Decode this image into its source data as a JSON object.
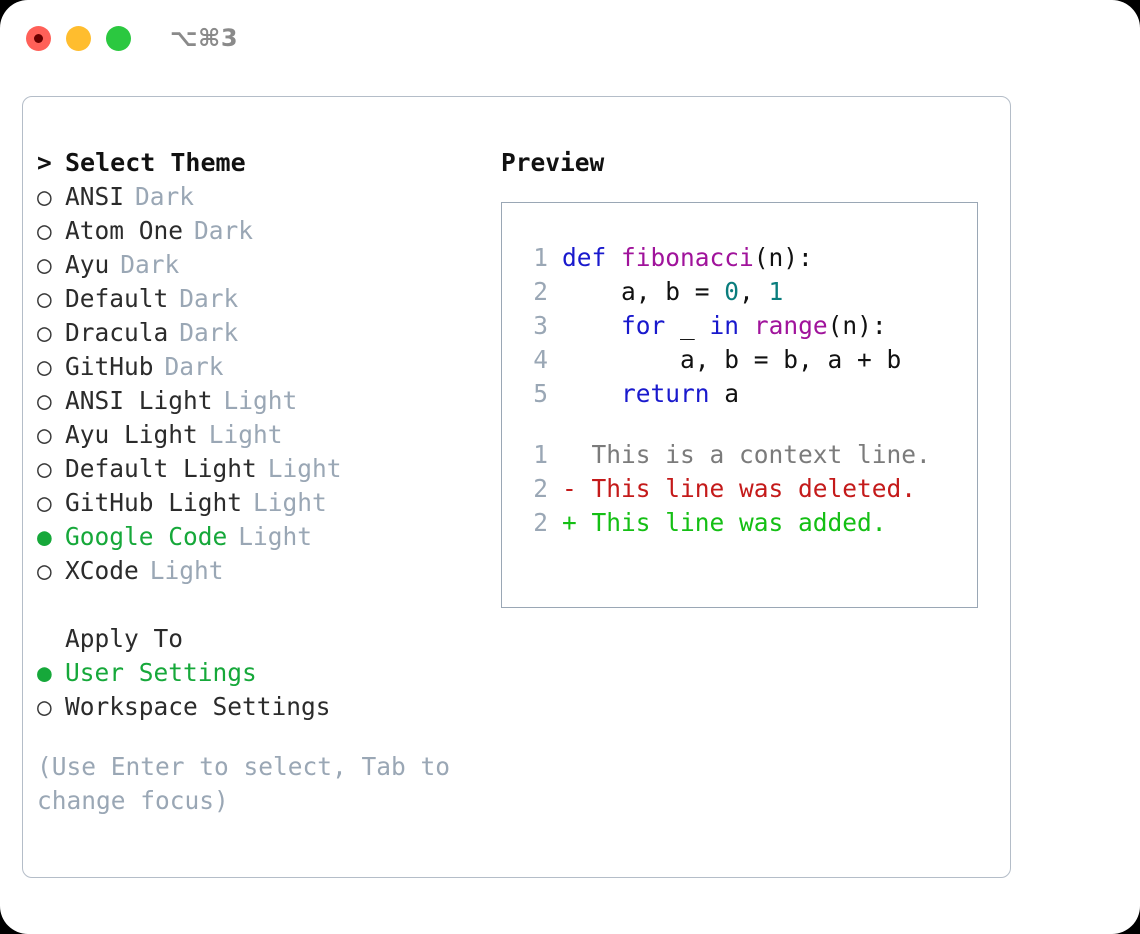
{
  "titlebar": {
    "title": "⌥⌘3",
    "buttons": [
      {
        "name": "close",
        "color": "#ff6058"
      },
      {
        "name": "minimize",
        "color": "#ffbd2e"
      },
      {
        "name": "maximize",
        "color": "#2bc840"
      }
    ]
  },
  "theme_panel": {
    "header": "Select Theme",
    "header_marker": ">",
    "marker_unselected": "○",
    "marker_selected": "●",
    "selected_theme": "Google Code",
    "accent_color": "#16a83a",
    "muted_color": "#9aa7b5",
    "items": [
      {
        "name": "ANSI",
        "kind": "Dark",
        "selected": false
      },
      {
        "name": "Atom One",
        "kind": "Dark",
        "selected": false
      },
      {
        "name": "Ayu",
        "kind": "Dark",
        "selected": false
      },
      {
        "name": "Default",
        "kind": "Dark",
        "selected": false
      },
      {
        "name": "Dracula",
        "kind": "Dark",
        "selected": false
      },
      {
        "name": "GitHub",
        "kind": "Dark",
        "selected": false
      },
      {
        "name": "ANSI Light",
        "kind": "Light",
        "selected": false
      },
      {
        "name": "Ayu Light",
        "kind": "Light",
        "selected": false
      },
      {
        "name": "Default Light",
        "kind": "Light",
        "selected": false
      },
      {
        "name": "GitHub Light",
        "kind": "Light",
        "selected": false
      },
      {
        "name": "Google Code",
        "kind": "Light",
        "selected": true
      },
      {
        "name": "XCode",
        "kind": "Light",
        "selected": false
      }
    ]
  },
  "apply_to": {
    "header": "Apply To",
    "options": [
      {
        "label": "User Settings",
        "selected": true
      },
      {
        "label": "Workspace Settings",
        "selected": false
      }
    ]
  },
  "hint": {
    "line1": "(Use Enter to select, Tab to",
    "line2": "change focus)"
  },
  "preview": {
    "title": "Preview",
    "code_lines": [
      {
        "num": "1",
        "tokens": [
          {
            "t": "def",
            "c": "kw"
          },
          {
            "t": " ",
            "c": "txt"
          },
          {
            "t": "fibonacci",
            "c": "fn"
          },
          {
            "t": "(n):",
            "c": "txt"
          }
        ]
      },
      {
        "num": "2",
        "tokens": [
          {
            "t": "    a, b = ",
            "c": "txt"
          },
          {
            "t": "0",
            "c": "num"
          },
          {
            "t": ", ",
            "c": "txt"
          },
          {
            "t": "1",
            "c": "num"
          }
        ]
      },
      {
        "num": "3",
        "tokens": [
          {
            "t": "    ",
            "c": "txt"
          },
          {
            "t": "for",
            "c": "kw"
          },
          {
            "t": " _ ",
            "c": "txt"
          },
          {
            "t": "in",
            "c": "kw"
          },
          {
            "t": " ",
            "c": "txt"
          },
          {
            "t": "range",
            "c": "fn"
          },
          {
            "t": "(n):",
            "c": "txt"
          }
        ]
      },
      {
        "num": "4",
        "tokens": [
          {
            "t": "        a, b = b, a + b",
            "c": "txt"
          }
        ]
      },
      {
        "num": "5",
        "tokens": [
          {
            "t": "    ",
            "c": "txt"
          },
          {
            "t": "return",
            "c": "kw"
          },
          {
            "t": " a",
            "c": "txt"
          }
        ]
      }
    ],
    "diff_lines": [
      {
        "num": "1",
        "sign": " ",
        "text": " This is a context line.",
        "kind": "ctx"
      },
      {
        "num": "2",
        "sign": "-",
        "text": " This line was deleted.",
        "kind": "del"
      },
      {
        "num": "2",
        "sign": "+",
        "text": " This line was added.",
        "kind": "add"
      }
    ]
  }
}
